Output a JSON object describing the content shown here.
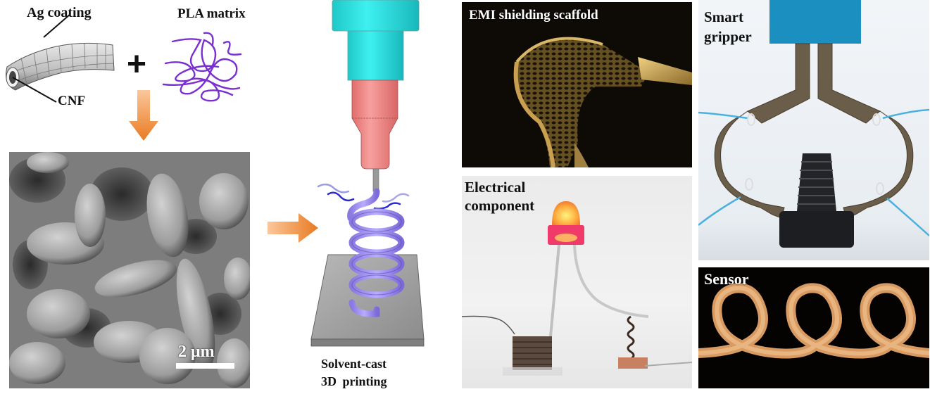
{
  "schematic": {
    "ag_coating_label": "Ag coating",
    "cnf_label": "CNF",
    "pla_label": "PLA matrix",
    "plus_symbol": "+",
    "process_caption_line1": "Solvent-cast",
    "process_caption_line2": "3D printing"
  },
  "sem_image": {
    "scale_bar_label": "2 μm"
  },
  "applications": [
    {
      "id": "emi",
      "label": "EMI shielding scaffold"
    },
    {
      "id": "electrical",
      "label_line1": "Electrical",
      "label_line2": "component"
    },
    {
      "id": "gripper",
      "label_line1": "Smart",
      "label_line2": "gripper"
    },
    {
      "id": "sensor",
      "label": "Sensor"
    }
  ],
  "colors": {
    "arrow_orange": "#ee8a3a",
    "pla_purple": "#7a2fd0",
    "syringe_cyan": "#2fe0e0",
    "syringe_pink": "#f08a88",
    "spring_lavender": "#9a8cf0",
    "gripper_blue": "#1a8fc0"
  }
}
